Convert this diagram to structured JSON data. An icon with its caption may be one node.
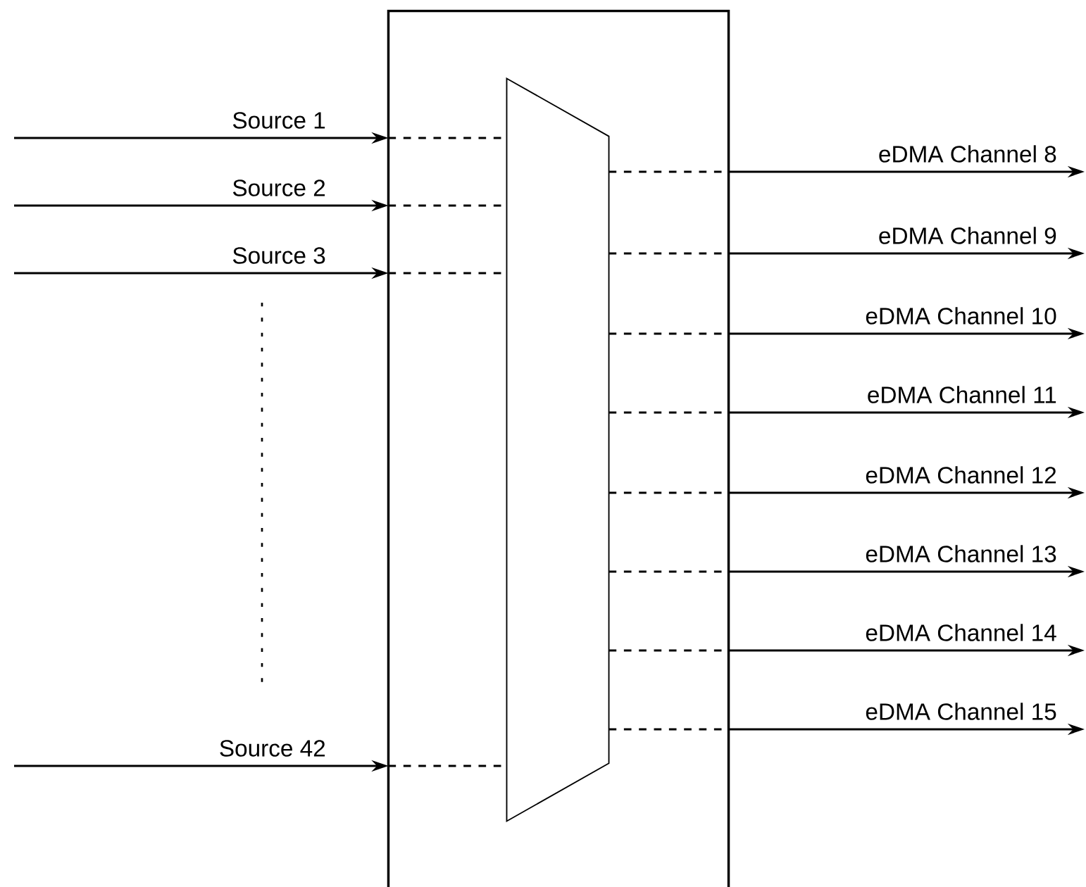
{
  "diagram": {
    "nodes": [
      {
        "text": [],
        "shape": "box"
      },
      {
        "text": [],
        "shape": "trapezoid",
        "in": 0
      }
    ],
    "edges": [
      {
        "from": null,
        "to": 0,
        "arrow": "to",
        "label": "Source 1"
      },
      {
        "from": null,
        "to": 0,
        "arrow": "to",
        "label": "Source 2"
      },
      {
        "from": null,
        "to": 0,
        "arrow": "to",
        "label": "Source 3"
      },
      {
        "from": null,
        "to": 0,
        "arrow": "to",
        "label": "Source 42"
      },
      {
        "from": 0,
        "to": 1,
        "arrow": "none",
        "style": "dashed"
      },
      {
        "from": 0,
        "to": 1,
        "arrow": "none",
        "style": "dashed"
      },
      {
        "from": 0,
        "to": 1,
        "arrow": "none",
        "style": "dashed"
      },
      {
        "from": 0,
        "to": 1,
        "arrow": "none",
        "style": "dashed"
      },
      {
        "from": 1,
        "to": 0,
        "arrow": "none",
        "style": "dashed"
      },
      {
        "from": 1,
        "to": 0,
        "arrow": "none",
        "style": "dashed"
      },
      {
        "from": 1,
        "to": 0,
        "arrow": "none",
        "style": "dashed"
      },
      {
        "from": 1,
        "to": 0,
        "arrow": "none",
        "style": "dashed"
      },
      {
        "from": 1,
        "to": 0,
        "arrow": "none",
        "style": "dashed"
      },
      {
        "from": 1,
        "to": 0,
        "arrow": "none",
        "style": "dashed"
      },
      {
        "from": 1,
        "to": 0,
        "arrow": "none",
        "style": "dashed"
      },
      {
        "from": 1,
        "to": 0,
        "arrow": "none",
        "style": "dashed"
      },
      {
        "from": 0,
        "to": null,
        "arrow": "to",
        "label": "eDMA Channel 8"
      },
      {
        "from": 0,
        "to": null,
        "arrow": "to",
        "label": "eDMA Channel 9"
      },
      {
        "from": 0,
        "to": null,
        "arrow": "to",
        "label": "eDMA Channel 10"
      },
      {
        "from": 0,
        "to": null,
        "arrow": "to",
        "label": "eDMA Channel 11"
      },
      {
        "from": 0,
        "to": null,
        "arrow": "to",
        "label": "eDMA Channel 12"
      },
      {
        "from": 0,
        "to": null,
        "arrow": "to",
        "label": "eDMA Channel 13"
      },
      {
        "from": 0,
        "to": null,
        "arrow": "to",
        "label": "eDMA Channel 14"
      },
      {
        "from": 0,
        "to": null,
        "arrow": "to",
        "label": "eDMA Channel 15"
      }
    ]
  }
}
